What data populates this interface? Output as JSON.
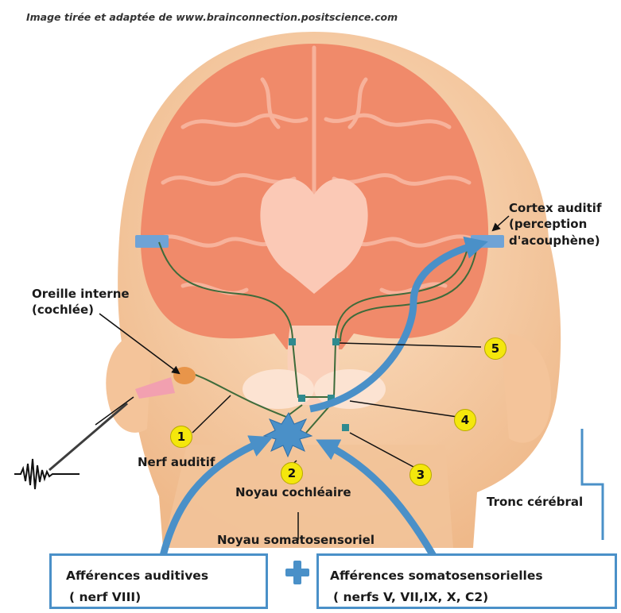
{
  "credit": "Image tirée et adaptée de www.brainconnection.positscience.com",
  "labels": {
    "cortex_line1": "Cortex auditif",
    "cortex_line2": "(perception",
    "cortex_line3": "d'acouphène)",
    "oreille_line1": "Oreille interne",
    "oreille_line2": "(cochlée)",
    "nerf_auditif": "Nerf auditif",
    "noyau_cochleaire": "Noyau cochléaire",
    "noyau_somato": "Noyau somatosensoriel",
    "tronc": "Tronc cérébral"
  },
  "markers": [
    "1",
    "2",
    "3",
    "4",
    "5"
  ],
  "boxes": {
    "left_line1": "Afférences auditives",
    "left_line2": "( nerf VIII)",
    "right_line1": "Afférences somatosensorielles",
    "right_line2": "( nerfs V, VII,IX, X, C2)"
  },
  "colors": {
    "skin": "#f6cda4",
    "brain": "#f08a6a",
    "pathway": "#4a90c8",
    "nerve": "#3e6b3a",
    "marker": "#f4e70c"
  }
}
